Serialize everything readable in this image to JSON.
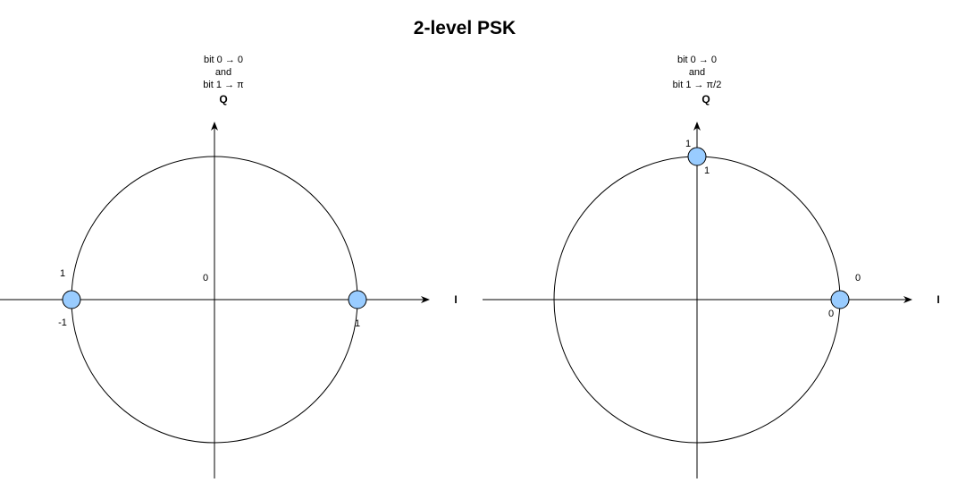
{
  "title": "2-level PSK",
  "colors": {
    "point_fill": "#99ccff",
    "point_stroke": "#000000",
    "line": "#000000"
  },
  "diagrams": [
    {
      "caption": [
        "bit 0 → 0",
        "and",
        "bit 1 → π"
      ],
      "q_label": "Q",
      "i_label": "I",
      "origin_label": "0",
      "points": [
        {
          "phase_deg": 180,
          "labels": [
            "1",
            "-1"
          ]
        },
        {
          "phase_deg": 0,
          "labels": [
            "1"
          ]
        }
      ]
    },
    {
      "caption": [
        "bit 0 → 0",
        "and",
        "bit 1 → π/2"
      ],
      "q_label": "Q",
      "i_label": "I",
      "origin_label": "",
      "points": [
        {
          "phase_deg": 90,
          "labels": [
            "1",
            "1"
          ]
        },
        {
          "phase_deg": 0,
          "labels": [
            "0",
            "0"
          ]
        }
      ]
    }
  ]
}
